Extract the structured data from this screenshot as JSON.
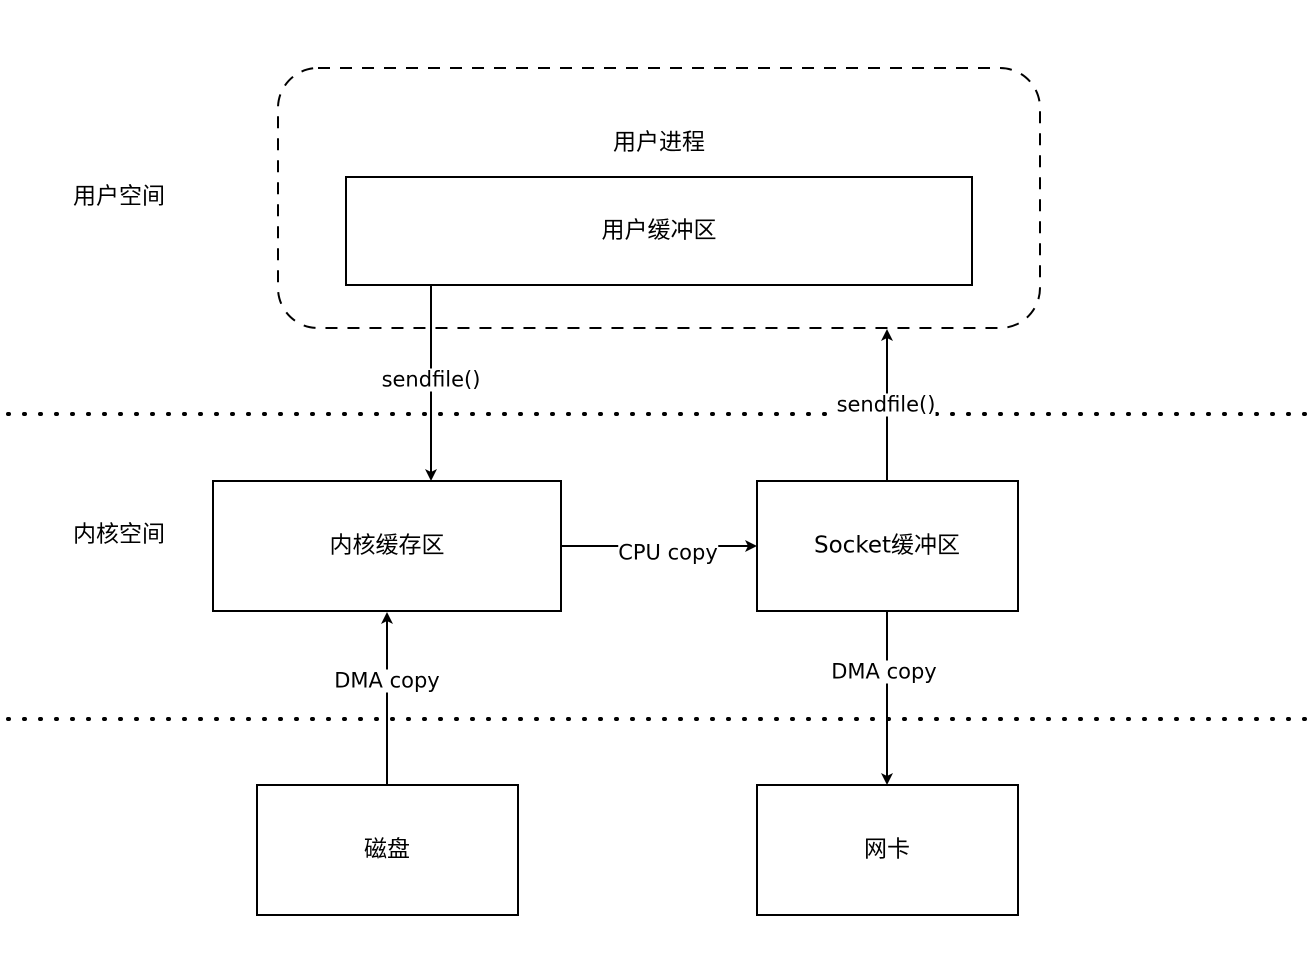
{
  "regions": {
    "user_space": "用户空间",
    "kernel_space": "内核空间"
  },
  "nodes": {
    "user_process": "用户进程",
    "user_buffer": "用户缓冲区",
    "kernel_buffer": "内核缓存区",
    "socket_buffer": "Socket缓冲区",
    "disk": "磁盘",
    "nic": "网卡"
  },
  "edges": {
    "user_to_kernel": "sendfile()",
    "socket_to_user": "sendfile()",
    "kernel_to_socket": "CPU copy",
    "disk_to_kernel": "DMA copy",
    "socket_to_nic": "DMA copy"
  }
}
